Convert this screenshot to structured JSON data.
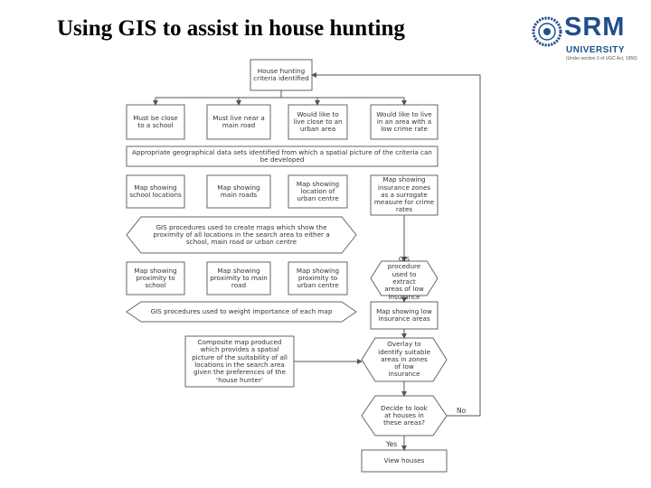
{
  "title": "Using GIS to assist in house hunting",
  "logo": {
    "name": "SRM",
    "subtitle": "UNIVERSITY",
    "tagline": "(Under section 3 of UGC Act, 1956)"
  },
  "diagram": {
    "start": "House hunting criteria identified",
    "criteria": [
      "Must be close to a school",
      "Must live near a main road",
      "Would like to live close to an urban area",
      "Would like to live in an area with a low crime rate"
    ],
    "data_sets": "Appropriate geographical data sets identified from which a spatial picture of the criteria can be developed",
    "maps": [
      "Map showing school locations",
      "Map showing main roads",
      "Map showing location of urban centre",
      "Map showing insurance zones as a surrogate measure for crime rates"
    ],
    "gis_proximity": "GIS procedures used to create maps which show the proximity of all locations in the search area to either a school, main road or urban centre",
    "proximity_maps": [
      "Map showing proximity to school",
      "Map showing proximity to main road",
      "Map showing proximity to urban centre"
    ],
    "gis_extract": "GIS procedure used to extract areas of low insurance",
    "gis_weight": "GIS procedures used to weight importance of each map",
    "low_insurance_map": "Map showing low insurance areas",
    "composite": "Composite map produced which provides a spatial picture of the suitability of all locations in the search area given the preferences of the ‘house hunter’",
    "overlay": "Overlay to identify suitable areas in zones of low insurance",
    "decision": "Decide to look at houses in these areas?",
    "no_label": "No",
    "yes_label": "Yes",
    "end": "View houses"
  }
}
